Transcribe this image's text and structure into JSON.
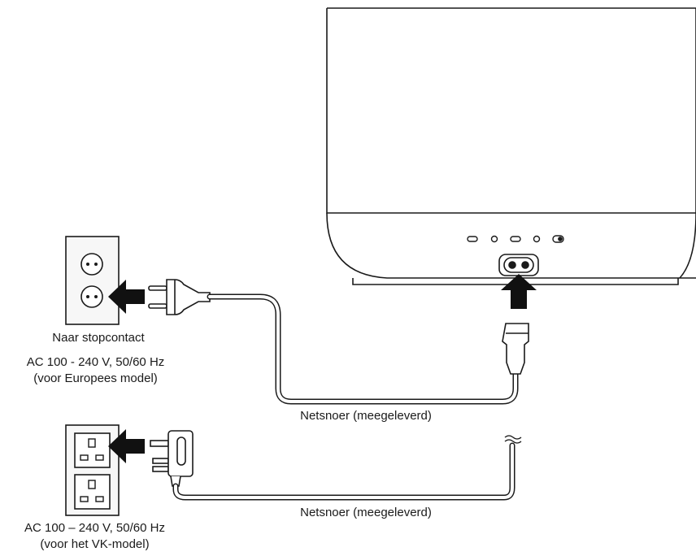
{
  "eu": {
    "outlet_label": "Naar stopcontact",
    "voltage": "AC 100 - 240 V, 50/60 Hz",
    "model": "(voor Europees model)",
    "cord_label": "Netsnoer (meegeleverd)"
  },
  "uk": {
    "voltage": "AC 100 – 240 V, 50/60 Hz",
    "model": "(voor het VK-model)",
    "cord_label": "Netsnoer (meegeleverd)"
  },
  "colors": {
    "line": "#1a1a1a",
    "arrow": "#111111",
    "panel": "#f7f7f7",
    "background": "#ffffff"
  }
}
